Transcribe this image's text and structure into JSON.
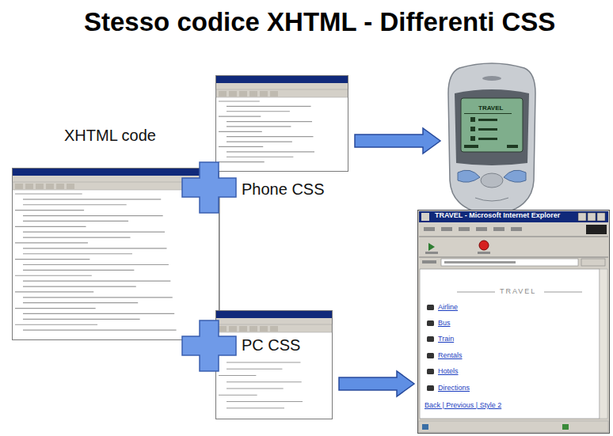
{
  "diagram": {
    "title": "Stesso codice XHTML - Differenti CSS",
    "nodes": [
      {
        "text": [
          "XHTML code"
        ]
      },
      {
        "text": [
          "Phone CSS"
        ]
      },
      {
        "text": [
          "PC CSS"
        ]
      },
      {
        "text": [
          "TRAVEL"
        ]
      },
      {
        "text": [
          "TRAVEL - Microsoft Internet Explorer",
          "TRAVEL",
          "Airline",
          "Bus",
          "Train",
          "Rentals",
          "Hotels",
          "Directions",
          "Back | Previous | Style 2"
        ]
      }
    ],
    "edges": [
      {
        "from": 1,
        "to": 3,
        "arrow": "to"
      },
      {
        "from": 2,
        "to": 4,
        "arrow": "to"
      }
    ]
  }
}
